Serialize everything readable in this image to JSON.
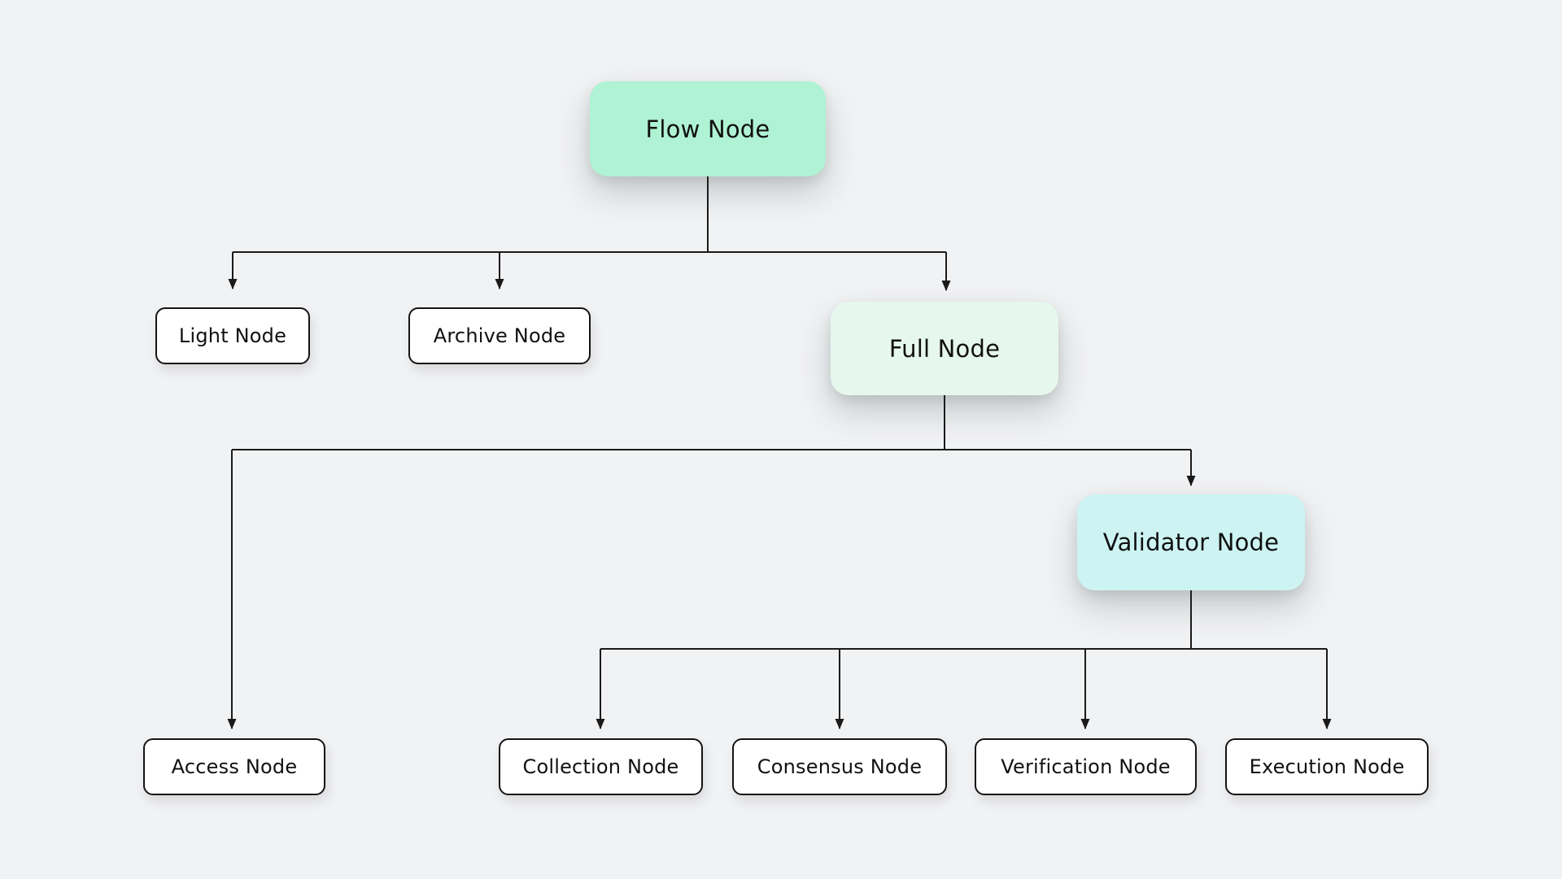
{
  "canvas": {
    "background_color": "#F1F2F4",
    "connector_color": "#1A1A1A"
  },
  "nodes": {
    "flow": {
      "label": "Flow Node",
      "fill": "#AFF2D4"
    },
    "light": {
      "label": "Light Node",
      "fill": "#FFFFFF"
    },
    "archive": {
      "label": "Archive Node",
      "fill": "#FFFFFF"
    },
    "full": {
      "label": "Full Node",
      "fill": "#E6F7EE"
    },
    "validator": {
      "label": "Validator Node",
      "fill": "#CDF4F3"
    },
    "access": {
      "label": "Access Node",
      "fill": "#FFFFFF"
    },
    "collection": {
      "label": "Collection Node",
      "fill": "#FFFFFF"
    },
    "consensus": {
      "label": "Consensus Node",
      "fill": "#FFFFFF"
    },
    "verification": {
      "label": "Verification Node",
      "fill": "#FFFFFF"
    },
    "execution": {
      "label": "Execution Node",
      "fill": "#FFFFFF"
    }
  },
  "hierarchy": [
    {
      "from": "Flow Node",
      "to": [
        "Light Node",
        "Archive Node",
        "Full Node"
      ]
    },
    {
      "from": "Full Node",
      "to": [
        "Access Node",
        "Validator Node"
      ]
    },
    {
      "from": "Validator Node",
      "to": [
        "Collection Node",
        "Consensus Node",
        "Verification Node",
        "Execution Node"
      ]
    }
  ]
}
